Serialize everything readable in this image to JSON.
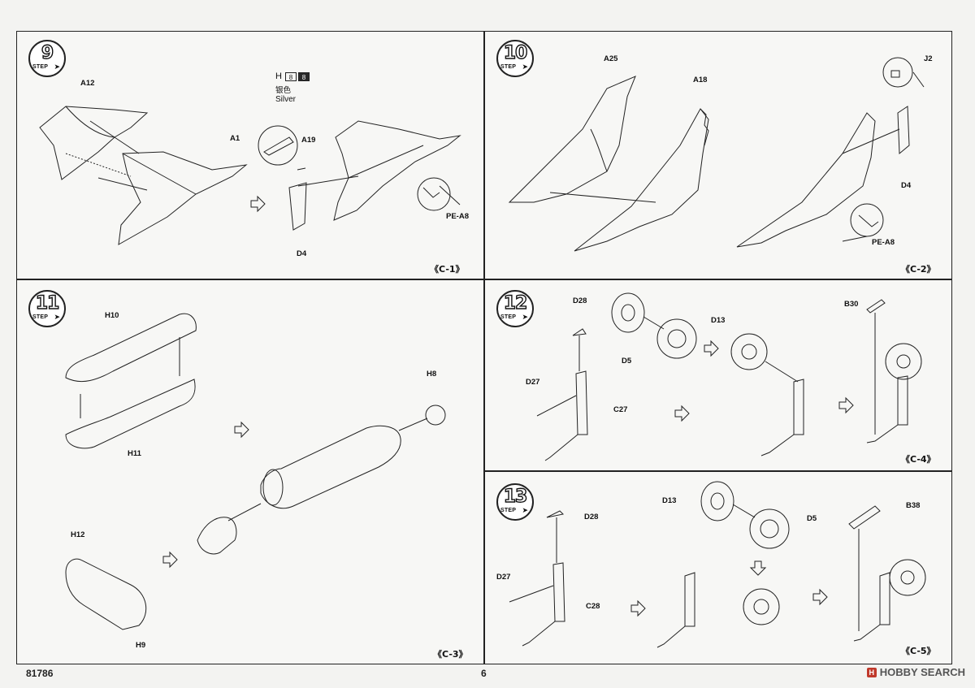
{
  "page": {
    "product_code": "81786",
    "page_number": "6",
    "watermark": {
      "logo": "H",
      "text": "HOBBY SEARCH"
    }
  },
  "steps": [
    {
      "number": "9",
      "step_label": "STEP",
      "ref": "《C-1》",
      "paint": {
        "prefix": "H",
        "chip_light": "8",
        "chip_dark": "8",
        "name_cn": "银色",
        "name_en": "Silver"
      },
      "parts": [
        "A12",
        "A1",
        "A19",
        "D4",
        "PE-A8"
      ]
    },
    {
      "number": "10",
      "step_label": "STEP",
      "ref": "《C-2》",
      "parts": [
        "A25",
        "A18",
        "J2",
        "D4",
        "PE-A8"
      ]
    },
    {
      "number": "11",
      "step_label": "STEP",
      "ref": "《C-3》",
      "parts": [
        "H10",
        "H11",
        "H8",
        "H12",
        "H9"
      ]
    },
    {
      "number": "12",
      "step_label": "STEP",
      "ref": "《C-4》",
      "parts": [
        "D28",
        "D13",
        "D5",
        "D27",
        "C27",
        "B30"
      ]
    },
    {
      "number": "13",
      "step_label": "STEP",
      "ref": "《C-5》",
      "parts": [
        "D28",
        "D13",
        "D5",
        "D27",
        "C28",
        "B38"
      ]
    }
  ]
}
